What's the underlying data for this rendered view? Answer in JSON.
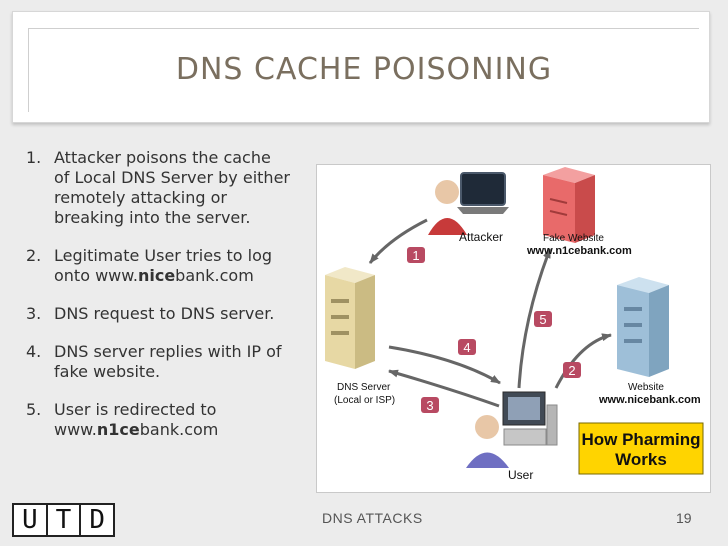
{
  "slide": {
    "title": "DNS CACHE POISONING",
    "list": [
      {
        "number": "1.",
        "line1": "Attacker poisons the cache",
        "line2": "of Local DNS Server by either",
        "line3": "remotely attacking or",
        "line4": "breaking into the server."
      },
      {
        "number": "2.",
        "line1": "Legitimate User tries to log",
        "line2_pre": "onto www.",
        "line2_bold": "nice",
        "line2_post": "bank.com"
      },
      {
        "number": "3.",
        "line1": "DNS request to DNS server."
      },
      {
        "number": "4.",
        "line1": "DNS server replies with IP of",
        "line2": "fake website."
      },
      {
        "number": "5.",
        "line1": "User is redirected to",
        "line2_pre": "www.",
        "line2_bold": "n1ce",
        "line2_post": "bank.com"
      }
    ],
    "footer": {
      "logo_letters": [
        "U",
        "T",
        "D"
      ],
      "section": "DNS ATTACKS",
      "page": "19"
    }
  },
  "diagram": {
    "labels": {
      "attacker": "Attacker",
      "fake_website": "Fake Website",
      "fake_url": "www.n1cebank.com",
      "dns_server": "DNS Server",
      "dns_sub": "(Local or ISP)",
      "website": "Website",
      "real_url": "www.nicebank.com",
      "user": "User",
      "pharming_line1": "How Pharming",
      "pharming_line2": "Works"
    },
    "steps": [
      "1",
      "2",
      "3",
      "4",
      "5"
    ],
    "colors": {
      "step_badge": "#b84a62",
      "arrow": "#6b6b6b",
      "fake_server": "#e86a6a",
      "dns_server": "#e7d8a4",
      "real_server": "#9ebfd8",
      "pharming_box": "#ffd400"
    }
  }
}
